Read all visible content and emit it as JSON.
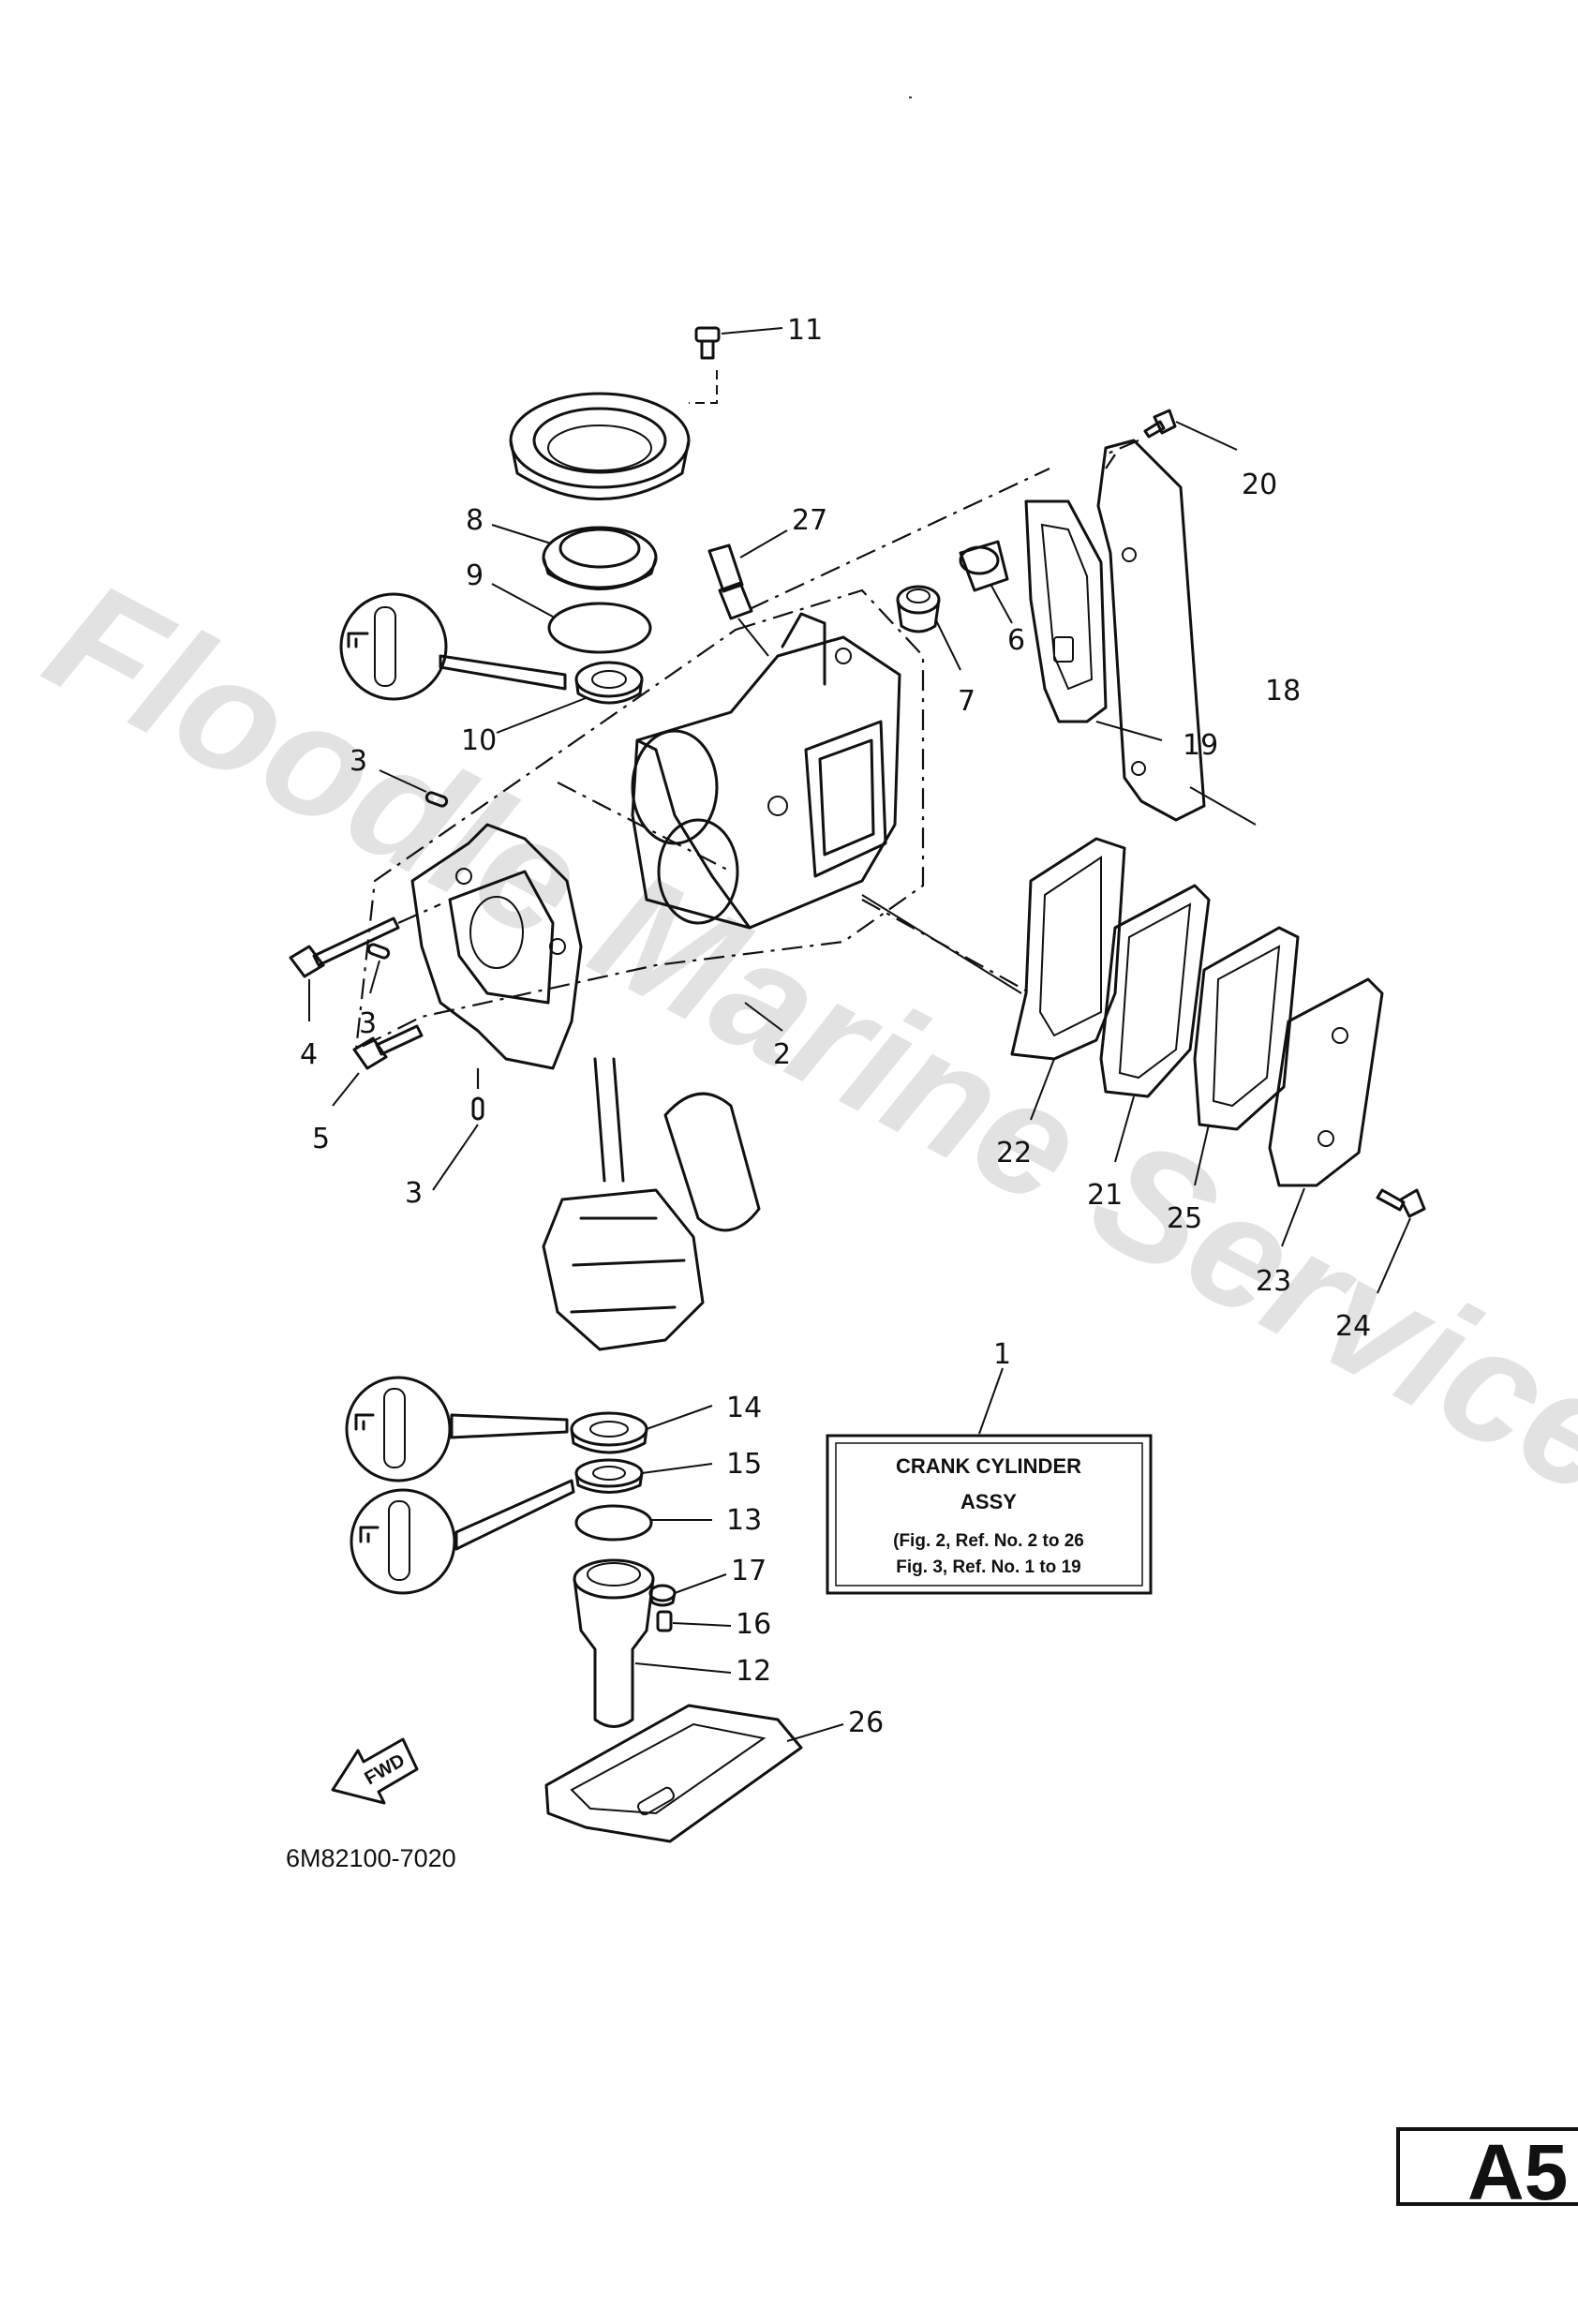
{
  "watermark": "Floodle Marine Services",
  "callouts": {
    "n1": "1",
    "n2": "2",
    "n3a": "3",
    "n3b": "3",
    "n3c": "3",
    "n4": "4",
    "n5": "5",
    "n6": "6",
    "n7": "7",
    "n8": "8",
    "n9": "9",
    "n10": "10",
    "n11": "11",
    "n12": "12",
    "n13": "13",
    "n14": "14",
    "n15": "15",
    "n16": "16",
    "n17": "17",
    "n18": "18",
    "n19": "19",
    "n20": "20",
    "n21": "21",
    "n22": "22",
    "n23": "23",
    "n24": "24",
    "n25": "25",
    "n26": "26",
    "n27": "27"
  },
  "assembly_box": {
    "title_line1": "CRANK CYLINDER",
    "title_line2": "ASSY",
    "ref_line1": "(Fig. 2, Ref. No. 2 to 26",
    "ref_line2": "Fig. 3, Ref. No. 1 to 19"
  },
  "fwd_label": "FWD",
  "catalog_code": "6M82100-7020",
  "page_tag": "A5"
}
